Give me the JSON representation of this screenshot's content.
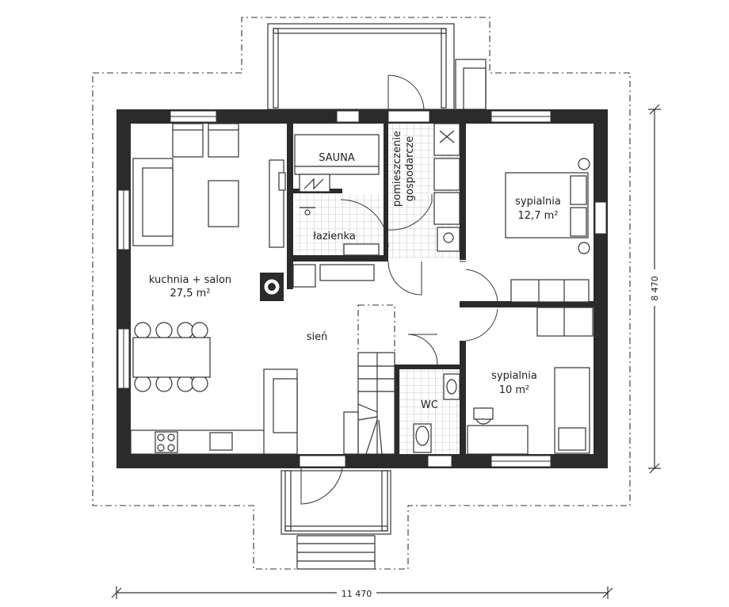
{
  "rooms": {
    "living_name": "kuchnia + salon",
    "living_area": "27,5 m²",
    "bedroom1_name": "sypialnia",
    "bedroom1_area": "12,7 m²",
    "bedroom2_name": "sypialnia",
    "bedroom2_area": "10 m²",
    "hall": "sień",
    "bathroom": "łazienka",
    "sauna": "SAUNA",
    "utility_line1": "pomieszczenie",
    "utility_line2": "gospodarcze",
    "wc": "WC"
  },
  "dimensions": {
    "width": "11 470",
    "depth": "8 470"
  }
}
